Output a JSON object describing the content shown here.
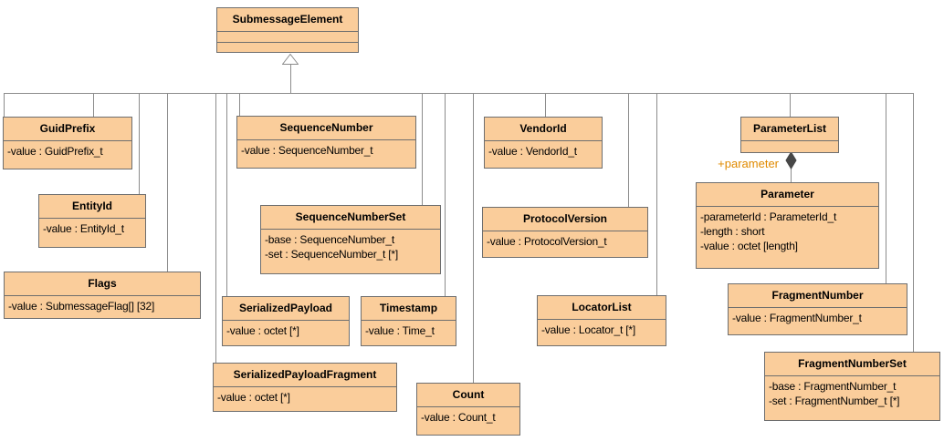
{
  "diagram": {
    "colors": {
      "class_fill": "#FACD9B",
      "class_border": "#6E6E6E",
      "connector": "#8C8C8C",
      "role_label": "#E08A00",
      "text": "#000000",
      "background": "#FFFFFF"
    },
    "classes": {
      "submessageElement": {
        "name": "SubmessageElement",
        "attributes": []
      },
      "guidPrefix": {
        "name": "GuidPrefix",
        "attributes": [
          "-value : GuidPrefix_t"
        ]
      },
      "entityId": {
        "name": "EntityId",
        "attributes": [
          "-value : EntityId_t"
        ]
      },
      "flags": {
        "name": "Flags",
        "attributes": [
          "-value : SubmessageFlag[] [32]"
        ]
      },
      "sequenceNumber": {
        "name": "SequenceNumber",
        "attributes": [
          "-value : SequenceNumber_t"
        ]
      },
      "sequenceNumberSet": {
        "name": "SequenceNumberSet",
        "attributes": [
          "-base : SequenceNumber_t",
          "-set : SequenceNumber_t [*]"
        ]
      },
      "serializedPayload": {
        "name": "SerializedPayload",
        "attributes": [
          "-value : octet [*]"
        ]
      },
      "timestamp": {
        "name": "Timestamp",
        "attributes": [
          "-value : Time_t"
        ]
      },
      "serializedPayloadFragment": {
        "name": "SerializedPayloadFragment",
        "attributes": [
          "-value : octet [*]"
        ]
      },
      "count": {
        "name": "Count",
        "attributes": [
          "-value : Count_t"
        ]
      },
      "vendorId": {
        "name": "VendorId",
        "attributes": [
          "-value : VendorId_t"
        ]
      },
      "protocolVersion": {
        "name": "ProtocolVersion",
        "attributes": [
          "-value : ProtocolVersion_t"
        ]
      },
      "locatorList": {
        "name": "LocatorList",
        "attributes": [
          "-value : Locator_t [*]"
        ]
      },
      "parameterList": {
        "name": "ParameterList",
        "attributes": []
      },
      "parameter": {
        "name": "Parameter",
        "attributes": [
          "-parameterId : ParameterId_t",
          "-length : short",
          "-value : octet [length]"
        ]
      },
      "fragmentNumber": {
        "name": "FragmentNumber",
        "attributes": [
          "-value : FragmentNumber_t"
        ]
      },
      "fragmentNumberSet": {
        "name": "FragmentNumberSet",
        "attributes": [
          "-base : FragmentNumber_t",
          "-set : FragmentNumber_t [*]"
        ]
      }
    },
    "labels": {
      "parameter_role": "+parameter"
    }
  }
}
